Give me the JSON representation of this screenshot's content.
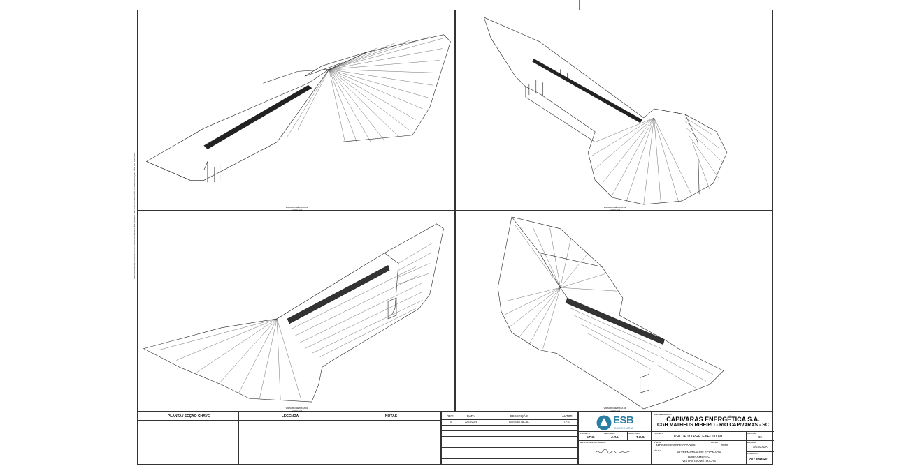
{
  "sheet": {
    "side_note": "PROJETO DESENVOLVIDO POR ESB ENGENHARIA. É PROIBIDO SEU USO, ALTERAÇÃO OU REPRODUÇÃO NÃO AUTORIZADA."
  },
  "views": [
    {
      "caption_title": "VISTA ISOMÉTRICA 01",
      "caption_scale": "S/ ESCALA"
    },
    {
      "caption_title": "VISTA ISOMÉTRICA 02",
      "caption_scale": "S/ ESCALA"
    },
    {
      "caption_title": "VISTA ISOMÉTRICA 03",
      "caption_scale": "S/ ESCALA"
    },
    {
      "caption_title": "VISTA ISOMÉTRICA 04",
      "caption_scale": "S/ ESCALA"
    }
  ],
  "bottom_boxes": {
    "planta": "PLANTA / SEÇÃO CHAVE",
    "legenda": "LEGENDA",
    "notas": "NOTAS"
  },
  "revisions": {
    "headers": {
      "rev": "REV.:",
      "data": "DATA",
      "descricao": "DESCRIÇÃO",
      "autor": "AUTOR"
    },
    "rows": [
      {
        "rev": "00",
        "data": "22/10/2024",
        "descricao": "EMISSÃO INICIAL",
        "autor": "I.P.G."
      }
    ]
  },
  "company": {
    "logo_text": "ESB",
    "logo_sub": "ENGENHARIA",
    "empreendedor_label": "EMPREENDEDOR",
    "name": "CAPIVARAS ENERGÉTICA S.A.",
    "project_site": "CGH MATHEUS RIBEIRO - RIO CAPIVARAS - SC"
  },
  "signatures": {
    "projeto_label": "PROJETO",
    "projeto": "I.P.G.",
    "revisado_label": "REVISADO",
    "revisado": "J.R.L.",
    "aprovado_label": "APROVADO",
    "aprovado": "T.O.S.",
    "resp_label": "RESPONSÁVEL TÉCNICO"
  },
  "title_block": {
    "projeto_label": "PROJETO",
    "projeto": "PROJETO PRÉ EXECUTIVO",
    "revisao_label": "REVISÃO",
    "revisao": "00",
    "doc_label": "Nº ESB",
    "doc_number": "MTR-ESB-E-BPDE-C07-0005",
    "folha_label": "FOLHA",
    "folha": "05/05",
    "escala_label": "ESCALA",
    "escala": "S/ESCALA",
    "titulo_label": "TÍTULO",
    "titulo_1": "ALTERNATIVA SELECIONADA",
    "titulo_2": "BARRAMENTO",
    "titulo_3": "VISTAS ISOMÉTRICAS",
    "formato_label": "FORMATO",
    "formato": "A2 - 594x420"
  },
  "colors": {
    "brand": "#2a7fa3",
    "line": "#222222"
  }
}
